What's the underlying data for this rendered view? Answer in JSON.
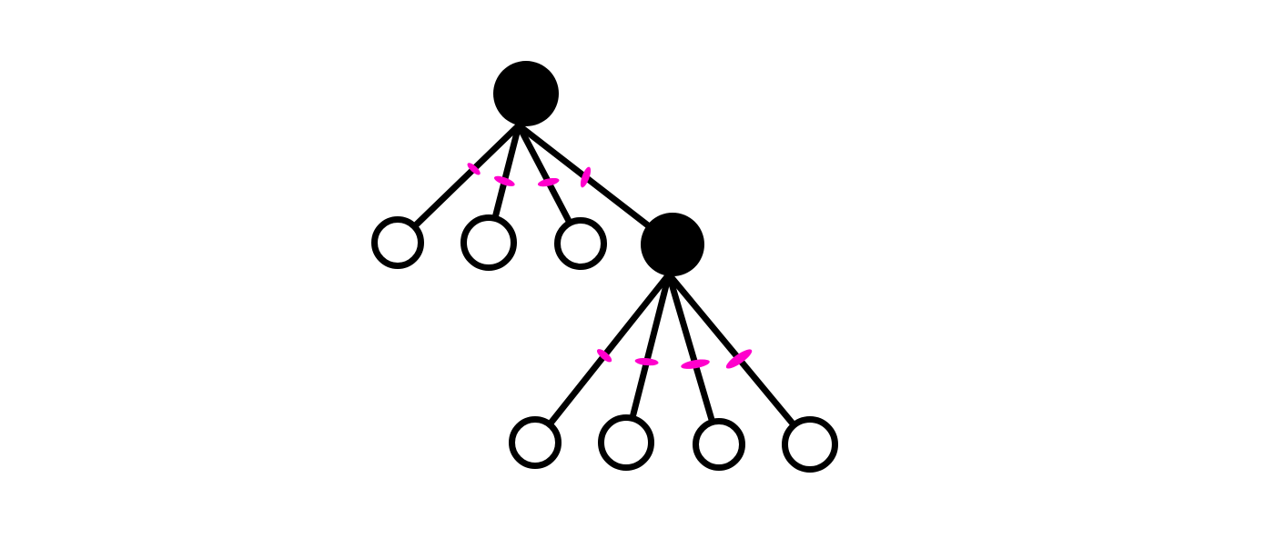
{
  "diagram": {
    "type": "tree",
    "colors": {
      "background": "#ffffff",
      "line": "#000000",
      "filled_node": "#000000",
      "empty_node_fill": "#ffffff",
      "edge_mark": "#ff00cc"
    },
    "nodes": [
      {
        "id": "root",
        "style": "filled",
        "parent": null
      },
      {
        "id": "root-child-1",
        "style": "hollow",
        "parent": "root"
      },
      {
        "id": "root-child-2",
        "style": "hollow",
        "parent": "root"
      },
      {
        "id": "root-child-3",
        "style": "hollow",
        "parent": "root"
      },
      {
        "id": "inner",
        "style": "filled",
        "parent": "root"
      },
      {
        "id": "inner-child-1",
        "style": "hollow",
        "parent": "inner"
      },
      {
        "id": "inner-child-2",
        "style": "hollow",
        "parent": "inner"
      },
      {
        "id": "inner-child-3",
        "style": "hollow",
        "parent": "inner"
      },
      {
        "id": "inner-child-4",
        "style": "hollow",
        "parent": "inner"
      }
    ],
    "edges": [
      {
        "from": "root",
        "to": "root-child-1",
        "marked": true
      },
      {
        "from": "root",
        "to": "root-child-2",
        "marked": true
      },
      {
        "from": "root",
        "to": "root-child-3",
        "marked": true
      },
      {
        "from": "root",
        "to": "inner",
        "marked": true
      },
      {
        "from": "inner",
        "to": "inner-child-1",
        "marked": true
      },
      {
        "from": "inner",
        "to": "inner-child-2",
        "marked": true
      },
      {
        "from": "inner",
        "to": "inner-child-3",
        "marked": true
      },
      {
        "from": "inner",
        "to": "inner-child-4",
        "marked": true
      }
    ]
  }
}
